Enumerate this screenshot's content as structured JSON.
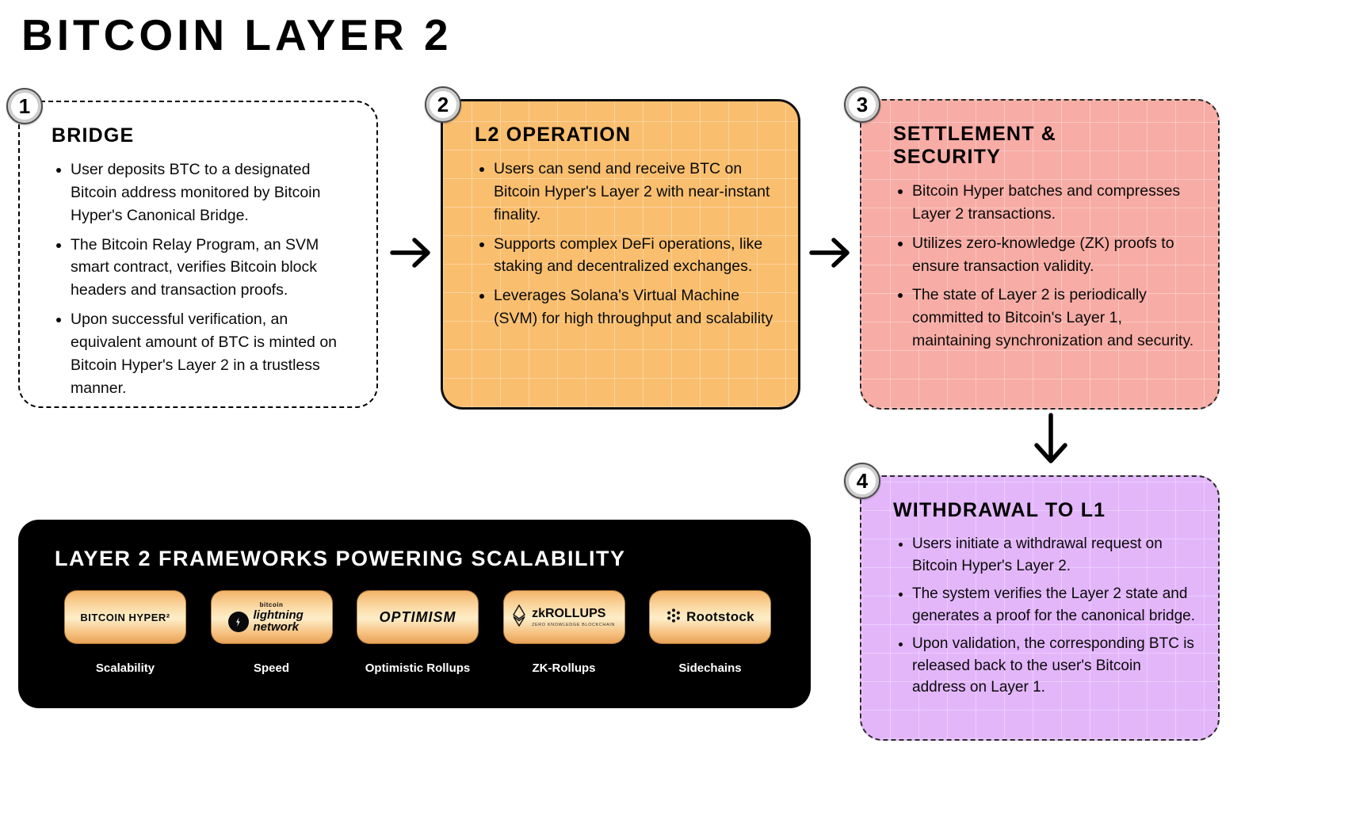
{
  "title": "BITCOIN LAYER 2",
  "cards": [
    {
      "number": "1",
      "title": "BRIDGE",
      "bullets": [
        "User deposits BTC to a designated Bitcoin address monitored by Bitcoin Hyper's Canonical Bridge.",
        "The Bitcoin Relay Program, an SVM smart contract, verifies Bitcoin block headers and transaction proofs.",
        "Upon successful verification, an equivalent amount of BTC is minted on Bitcoin Hyper's Layer 2 in a trustless manner."
      ]
    },
    {
      "number": "2",
      "title": "L2 OPERATION",
      "bullets": [
        "Users can send and receive BTC on Bitcoin Hyper's Layer 2 with near-instant finality.",
        "Supports complex DeFi operations, like staking and decentralized exchanges.",
        "Leverages Solana's Virtual Machine (SVM) for high throughput and scalability"
      ]
    },
    {
      "number": "3",
      "title": "SETTLEMENT & SECURITY",
      "bullets": [
        "Bitcoin Hyper batches and compresses Layer 2 transactions.",
        "Utilizes zero-knowledge (ZK) proofs to ensure transaction validity.",
        "The state of Layer 2 is periodically committed to Bitcoin's Layer 1, maintaining synchronization and security."
      ]
    },
    {
      "number": "4",
      "title": "WITHDRAWAL TO L1",
      "bullets": [
        "Users initiate a withdrawal request on Bitcoin Hyper's Layer 2.",
        "The system verifies the Layer 2 state and generates a proof for the canonical bridge.",
        "Upon validation, the corresponding BTC is released back to the user's Bitcoin address on Layer 1."
      ]
    }
  ],
  "frameworks": {
    "title": "LAYER 2 FRAMEWORKS POWERING SCALABILITY",
    "items": [
      {
        "logo": "BITCOIN HYPER²",
        "label": "Scalability"
      },
      {
        "mini": "bitcoin",
        "logo": "lightning network",
        "label": "Speed"
      },
      {
        "logo": "OPTIMISM",
        "label": "Optimistic Rollups"
      },
      {
        "logo": "zkROLLUPS",
        "sub": "ZERO KNOWLEDGE BLOCKCHAIN",
        "label": "ZK-Rollups"
      },
      {
        "logo": "Rootstock",
        "label": "Sidechains"
      }
    ]
  },
  "colors": {
    "l2_card_bg": "#F9BE6E",
    "settlement_card_bg": "#F7ACA5",
    "withdrawal_card_bg": "#E3B6FA",
    "panel_bg": "#000000",
    "badge_gradient_top": "#F2B369",
    "badge_gradient_mid": "#FDEEC9",
    "badge_gradient_bottom": "#E8A257"
  }
}
